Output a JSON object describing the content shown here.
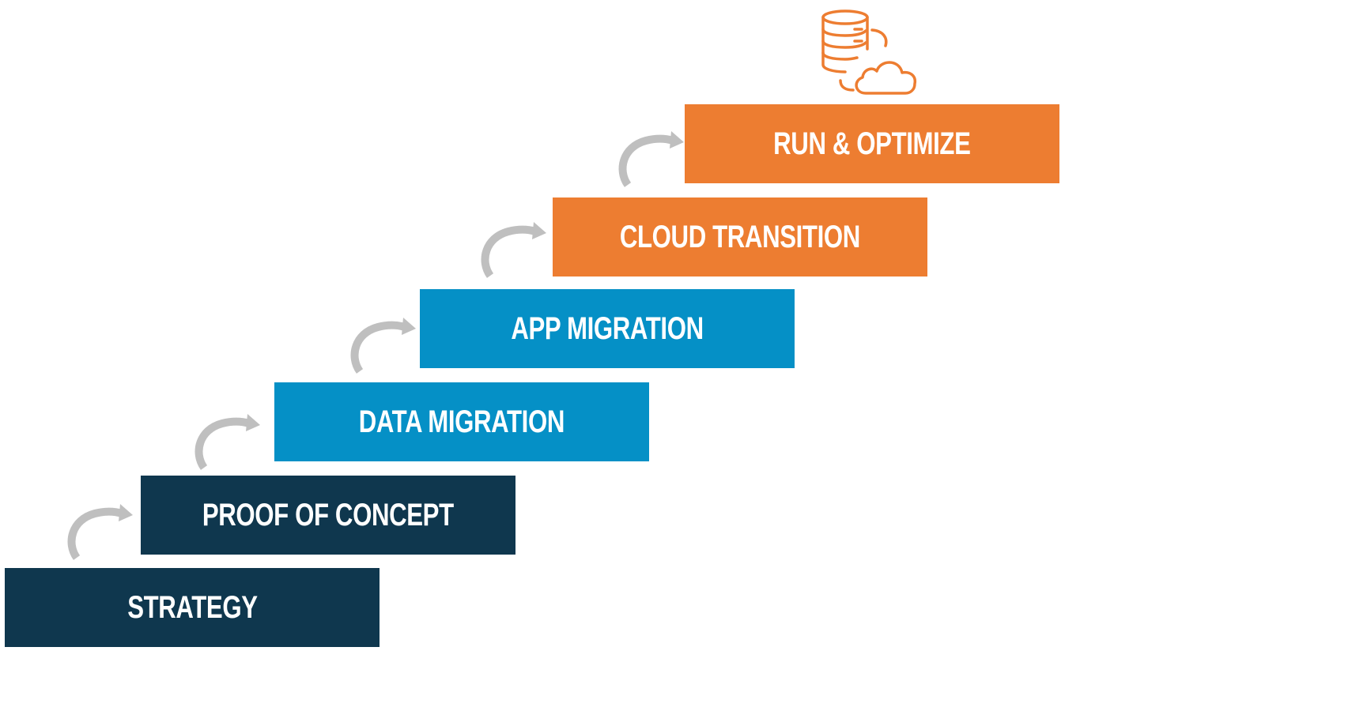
{
  "diagram": {
    "steps": [
      {
        "label": "STRATEGY",
        "color": "#0f374e"
      },
      {
        "label": "PROOF OF CONCEPT",
        "color": "#0f374e"
      },
      {
        "label": "DATA MIGRATION",
        "color": "#0590c6"
      },
      {
        "label": "APP MIGRATION",
        "color": "#0590c6"
      },
      {
        "label": "CLOUD TRANSITION",
        "color": "#ed7d31"
      },
      {
        "label": "RUN & OPTIMIZE",
        "color": "#ed7d31"
      }
    ],
    "connector": {
      "icon": "curved-arrow-icon",
      "color": "#bfbfbf"
    },
    "top_icon": {
      "icon": "database-cloud-icon",
      "color": "#ed7d31"
    }
  }
}
